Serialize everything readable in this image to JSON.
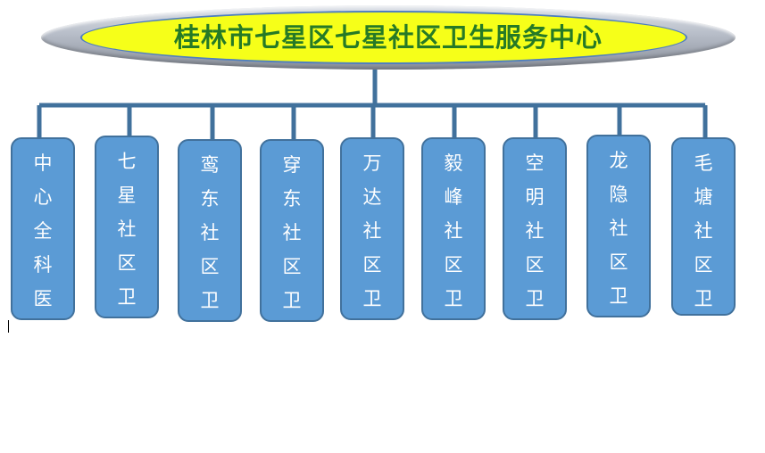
{
  "diagram": {
    "title": "桂林市七星区七星社区卫生服务中心",
    "colors": {
      "title_fill": "#f6ff19",
      "title_text": "#267a26",
      "node_fill": "#5b9bd5",
      "node_border": "#41719c",
      "connector": "#41719c"
    },
    "nodes": [
      {
        "label": "中心全科医师团队"
      },
      {
        "label": "七星社区卫生服务站"
      },
      {
        "label": "鸾东社区卫生服务站"
      },
      {
        "label": "穿东社区卫生服务站"
      },
      {
        "label": "万达社区卫生服务站"
      },
      {
        "label": "毅峰社区卫生服务站"
      },
      {
        "label": "空明社区卫生服务站"
      },
      {
        "label": "龙隐社区卫生服务站"
      },
      {
        "label": "毛塘社区卫生服务站"
      }
    ]
  }
}
